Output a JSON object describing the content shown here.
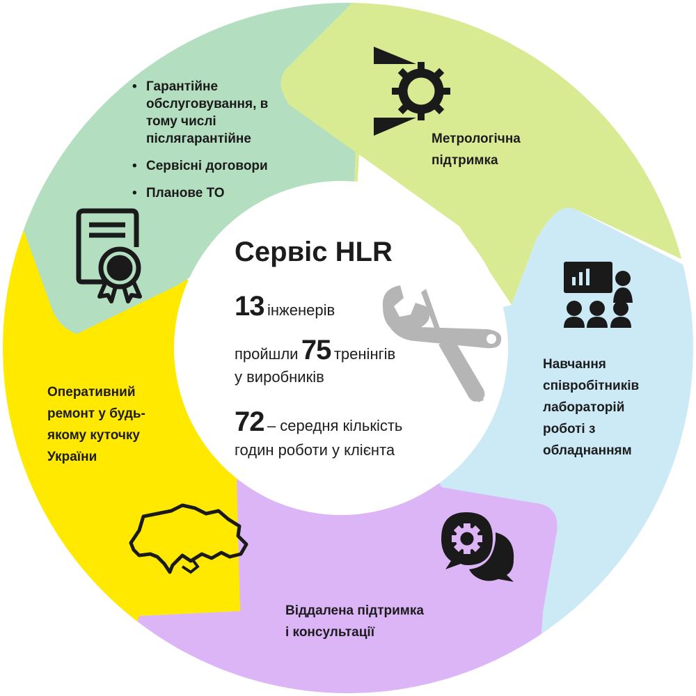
{
  "title": "Сервіс HLR",
  "stats": {
    "engineers_num": "13",
    "engineers_text": "інженерів",
    "trainings_prefix": "пройшли",
    "trainings_num": "75",
    "trainings_suffix": "тренінгів",
    "trainings_line2": "у виробників",
    "hours_num": "72",
    "hours_text": "– середня кількість",
    "hours_line2": "годин роботи у клієнта"
  },
  "segments": {
    "warranty": {
      "items": [
        "Гарантійне обслуговування, в тому числі післягарантійне",
        "Сервісні договори",
        "Планове ТО"
      ],
      "color": "#b3dfc0",
      "icon": "certificate-icon"
    },
    "metrology": {
      "line1": "Метрологічна",
      "line2": "підтримка",
      "color": "#d9eb92",
      "icon": "caliper-gear-icon"
    },
    "training": {
      "line1": "Навчання",
      "line2": "співробітників",
      "line3": "лабораторій",
      "line4": "роботі з",
      "line5": "обладнанням",
      "color": "#cbeaf6",
      "icon": "presentation-icon"
    },
    "remote": {
      "line1": "Віддалена підтримка",
      "line2": "і консультації",
      "color": "#dcb5f7",
      "icon": "chat-gear-icon"
    },
    "repair": {
      "line1": "Оперативний",
      "line2": "ремонт у будь-",
      "line3": "якому куточку",
      "line4": "України",
      "color": "#ffe900",
      "icon": "ukraine-map-icon"
    }
  },
  "center_icon": "wrench-screwdriver-icon"
}
